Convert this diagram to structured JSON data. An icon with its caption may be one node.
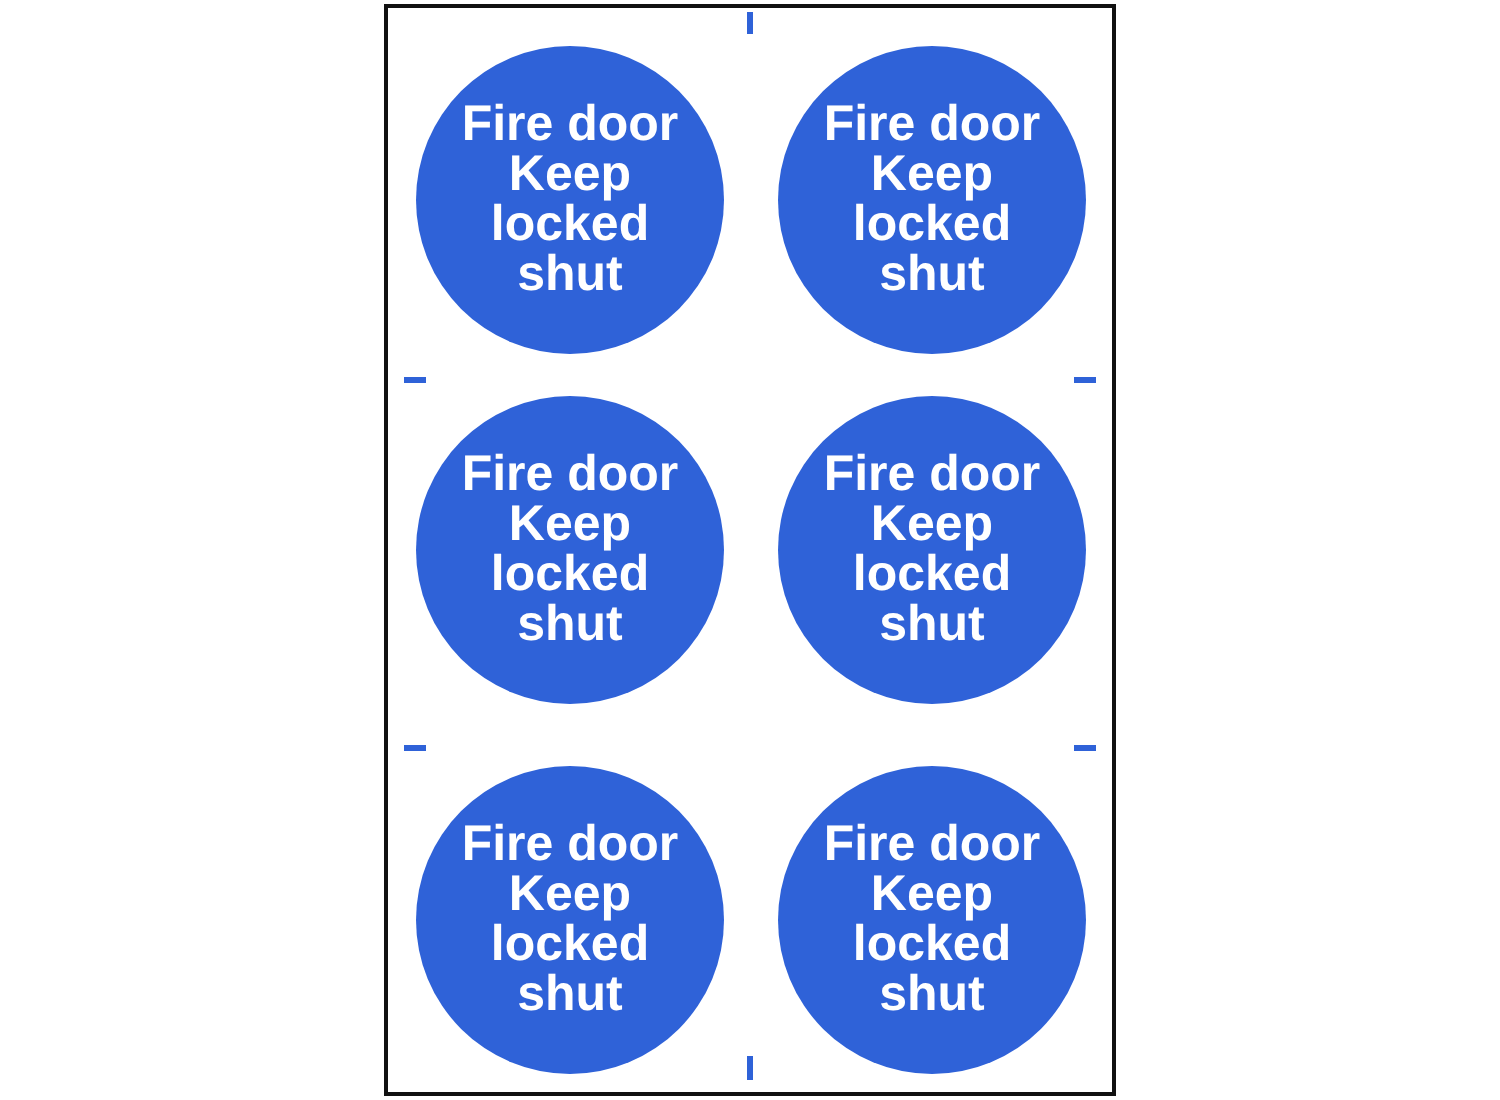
{
  "diagram": {
    "nodes": [
      {
        "text": [
          "Fire door Keep locked shut"
        ]
      },
      {
        "text": [
          "Fire door Keep locked shut"
        ]
      },
      {
        "text": [
          "Fire door Keep locked shut"
        ]
      },
      {
        "text": [
          "Fire door Keep locked shut"
        ]
      },
      {
        "text": [
          "Fire door Keep locked shut"
        ]
      },
      {
        "text": [
          "Fire door Keep locked shut"
        ]
      }
    ]
  }
}
